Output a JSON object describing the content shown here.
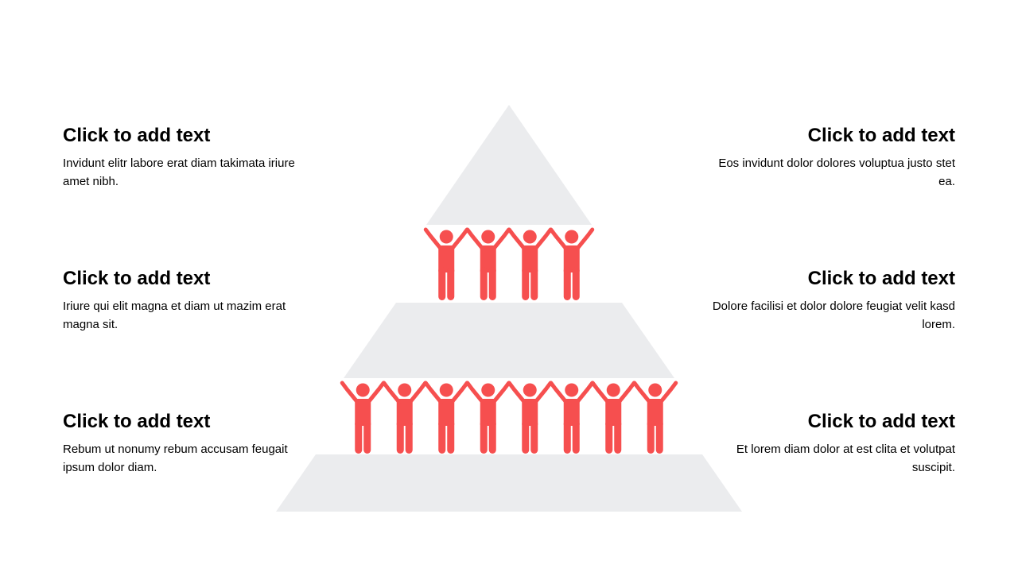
{
  "colors": {
    "pyramid": "#ebecee",
    "people": "#f64f4f"
  },
  "people_rows": [
    4,
    8
  ],
  "left": [
    {
      "title": "Click to add text",
      "body": "Invidunt elitr labore erat diam takimata iriure amet nibh."
    },
    {
      "title": "Click to add text",
      "body": "Iriure qui elit magna et diam ut mazim erat magna sit."
    },
    {
      "title": "Click to add text",
      "body": "Rebum ut nonumy rebum accusam feugait ipsum dolor diam."
    }
  ],
  "right": [
    {
      "title": "Click to add text",
      "body": "Eos invidunt dolor dolores voluptua justo stet ea."
    },
    {
      "title": "Click to add text",
      "body": "Dolore facilisi et dolor dolore feugiat velit kasd lorem."
    },
    {
      "title": "Click to add text",
      "body": "Et lorem diam dolor at est clita et volutpat suscipit."
    }
  ]
}
